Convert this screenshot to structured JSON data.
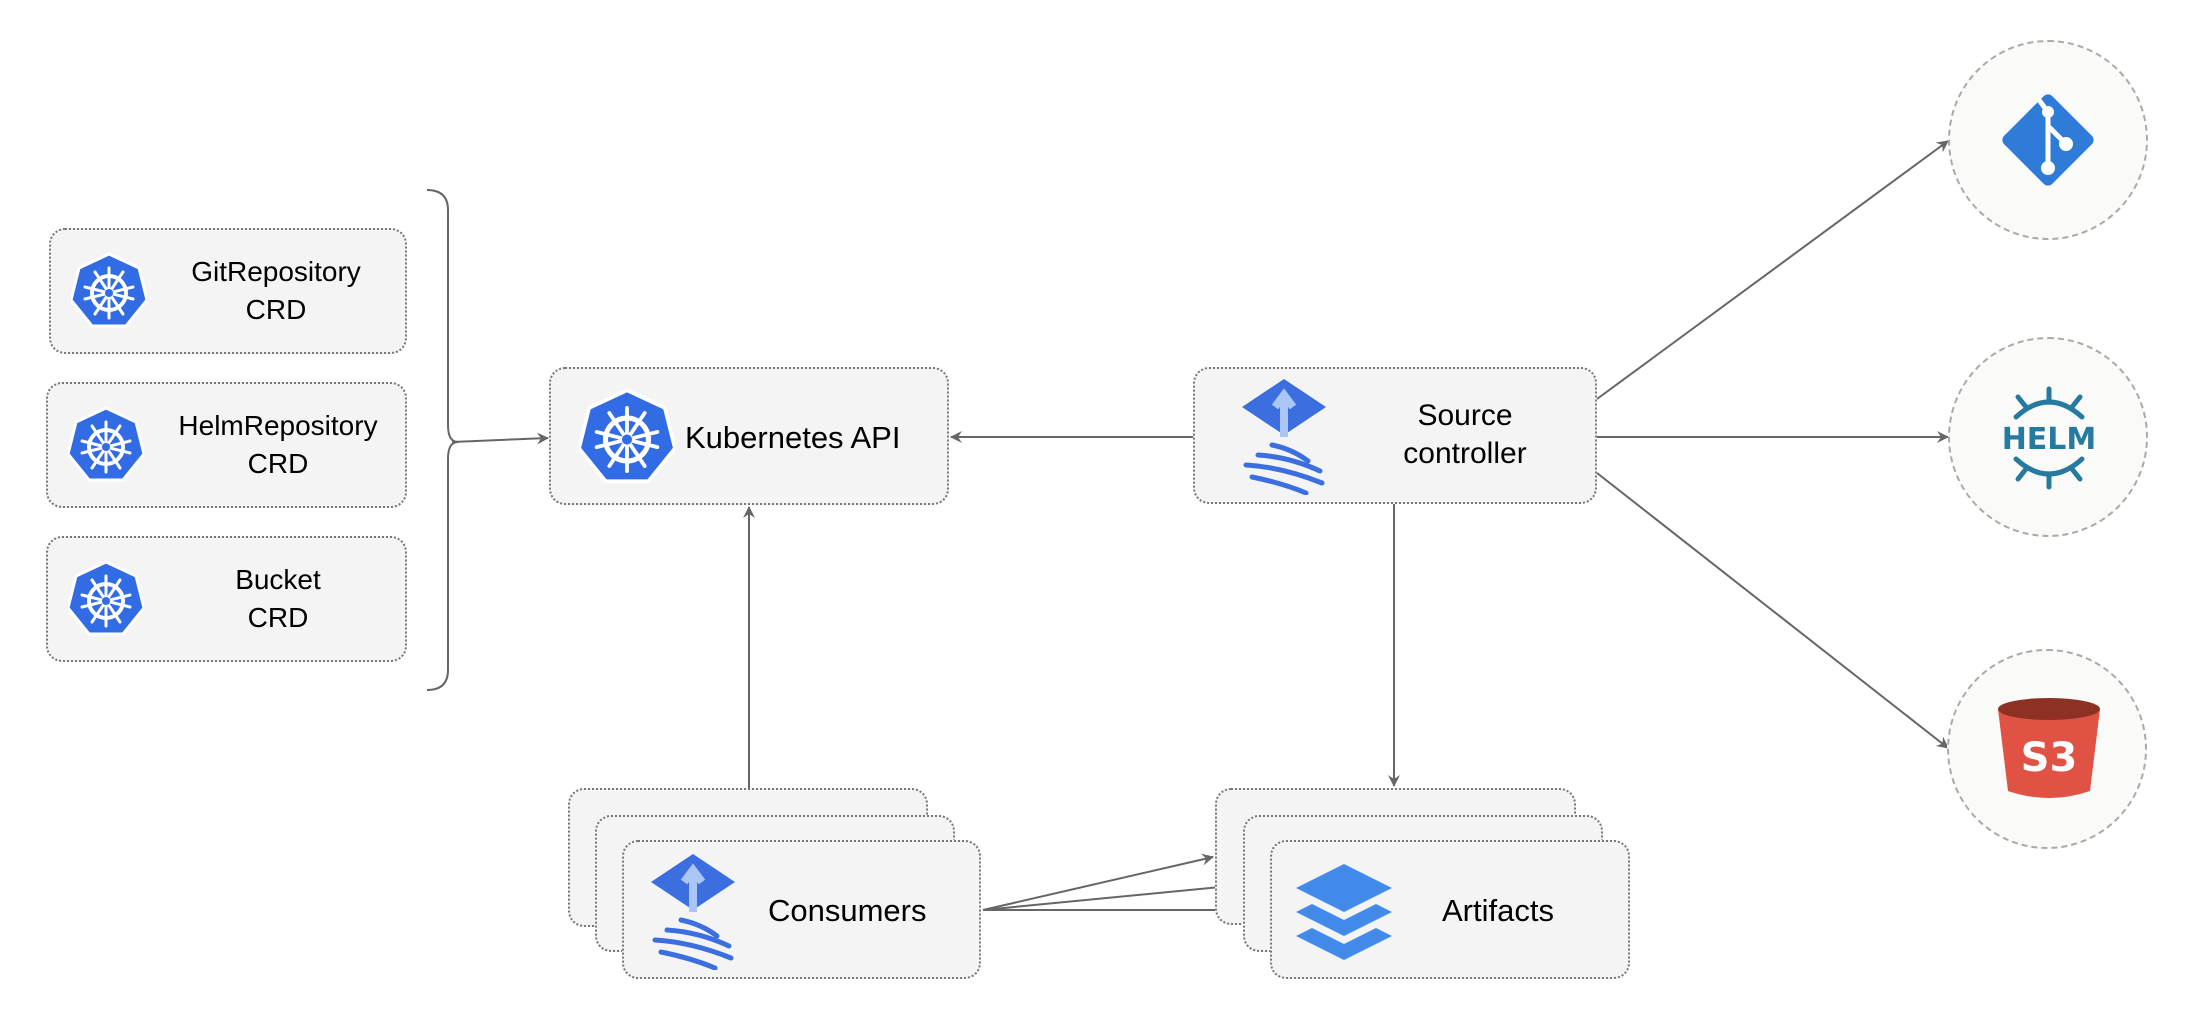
{
  "crds": [
    {
      "name": "GitRepository",
      "kind": "CRD"
    },
    {
      "name": "HelmRepository",
      "kind": "CRD"
    },
    {
      "name": "Bucket",
      "kind": "CRD"
    }
  ],
  "kubernetes_api": {
    "label": "Kubernetes API"
  },
  "source_controller": {
    "line1": "Source",
    "line2": "controller"
  },
  "consumers": {
    "label": "Consumers"
  },
  "artifacts": {
    "label": "Artifacts"
  },
  "sources": [
    {
      "icon": "git-icon",
      "color": "#2f7bd8"
    },
    {
      "icon": "helm-icon",
      "label": "HELM",
      "color": "#277a9f"
    },
    {
      "icon": "s3-bucket-icon",
      "label": "S3",
      "color": "#e05243"
    }
  ],
  "colors": {
    "kubernetes": "#326ce5",
    "flux": "#3b6fe0",
    "artifacts": "#428bea",
    "arrow": "#666666",
    "box_fill": "#f4f4f4"
  }
}
